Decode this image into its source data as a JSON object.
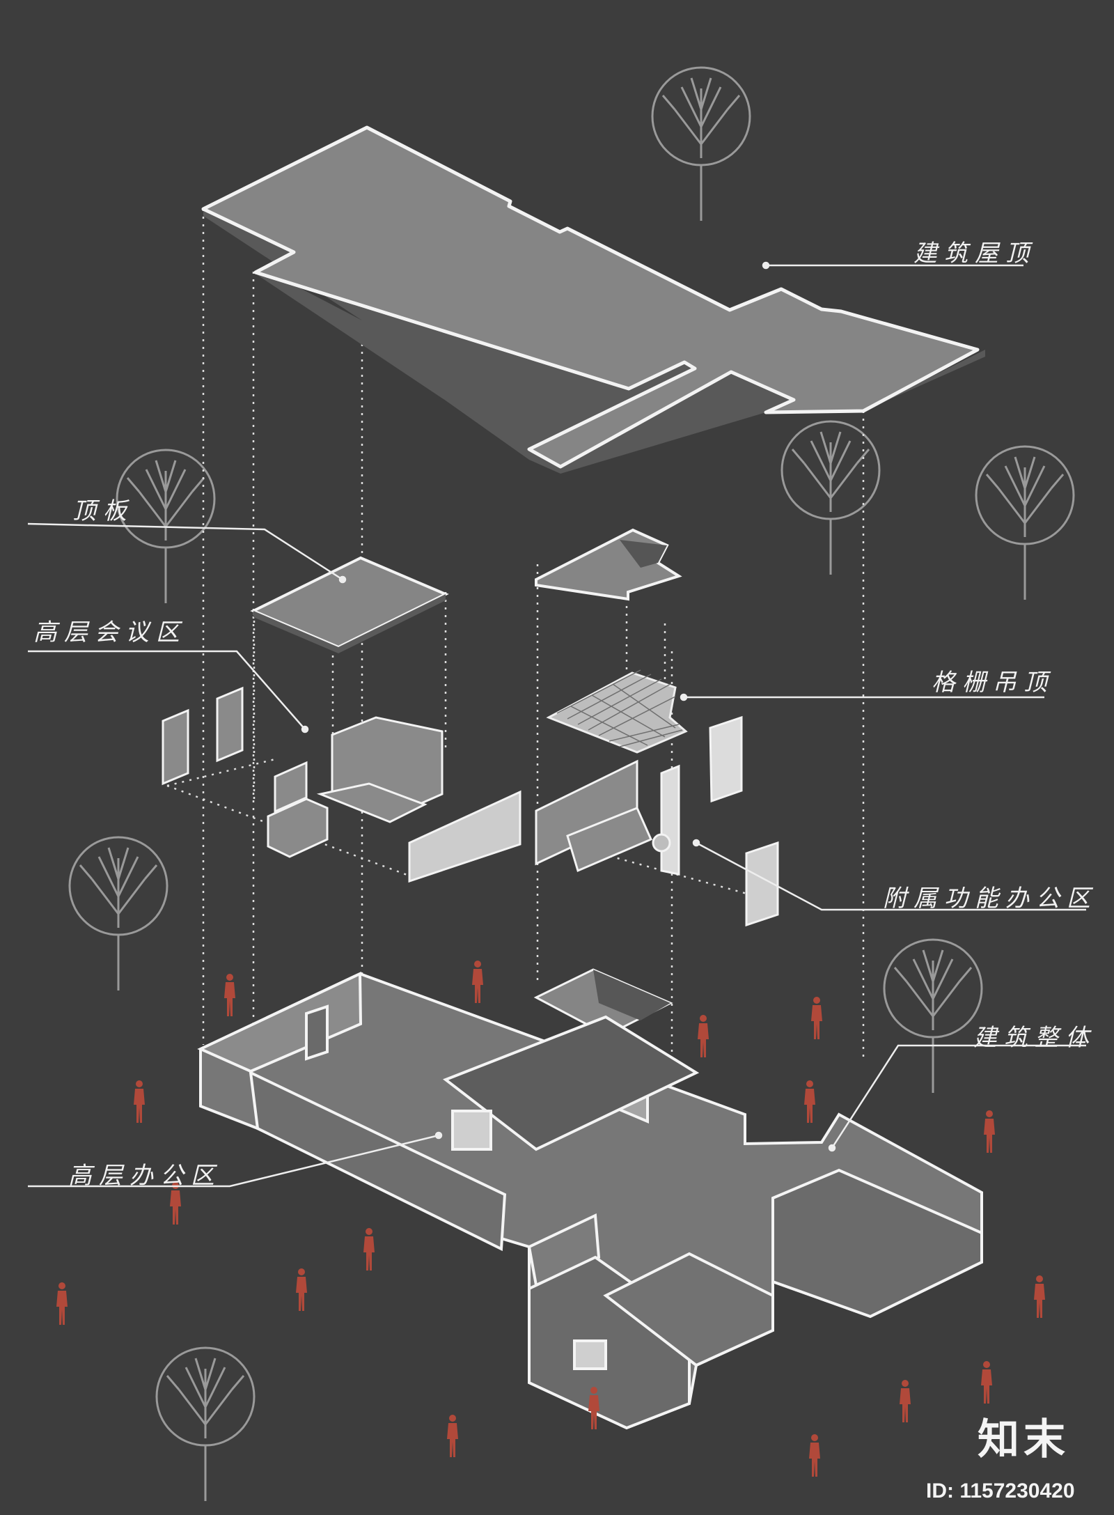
{
  "labels": {
    "roof": "建筑屋顶",
    "ceiling_panel": "顶板",
    "meeting_area": "高层会议区",
    "grid_ceiling": "格栅吊顶",
    "auxiliary_office": "附属功能办公区",
    "whole_building": "建筑整体",
    "senior_office": "高层办公区"
  },
  "watermark": {
    "brand": "知末",
    "image_id": "ID: 1157230420"
  },
  "colors": {
    "background": "#3d3d3d",
    "slab_fill": "#7f7f7f",
    "line": "#f0f0f0",
    "figure": "#b1493a"
  },
  "icons": [
    "tree-icon",
    "person-figure-icon"
  ]
}
